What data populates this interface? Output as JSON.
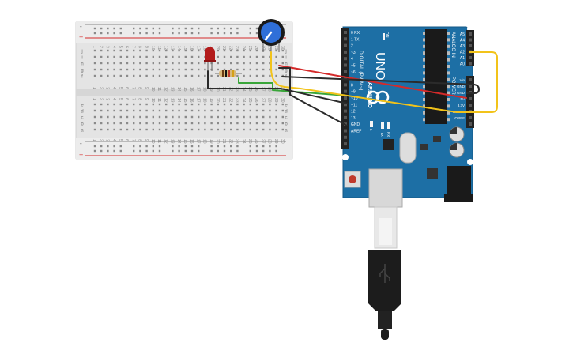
{
  "breadboard": {
    "rail_plus": "+",
    "rail_minus": "-",
    "rows_top": [
      "j",
      "i",
      "h",
      "g",
      "f"
    ],
    "rows_bottom": [
      "e",
      "d",
      "c",
      "b",
      "a"
    ],
    "column_numbers": [
      "1",
      "2",
      "3",
      "4",
      "5",
      "6",
      "7",
      "8",
      "9",
      "10",
      "11",
      "12",
      "13",
      "14",
      "15",
      "16",
      "17",
      "18",
      "19",
      "20",
      "21",
      "22",
      "23",
      "24",
      "25",
      "26",
      "27",
      "28",
      "29",
      "30"
    ]
  },
  "arduino": {
    "brand": "ARDUINO",
    "model": "UNO",
    "digital_label": "DIGITAL (PWM~)",
    "analog_label": "ANALOG IN",
    "power_label": "POWER",
    "on_label": "ON",
    "tx_label": "TX",
    "rx_label": "RX",
    "l_label": "L",
    "digital_pins": [
      "0 RX",
      "1 TX",
      "2",
      "~3",
      "4",
      "~5",
      "~6",
      "7",
      "8",
      "~9",
      "~10",
      "~11",
      "12",
      "13",
      "GND",
      "AREF"
    ],
    "analog_pins": [
      "A5",
      "A4",
      "A3",
      "A2",
      "A1",
      "A0"
    ],
    "power_pins": [
      "Vin",
      "GND",
      "GND",
      "5V",
      "3.3V",
      "RESET",
      "IOREF"
    ]
  },
  "colors": {
    "board_blue": "#1d6fa5",
    "breadboard": "#e6e6e6",
    "wire_red": "#d42a2a",
    "wire_black": "#2b2b2b",
    "wire_green": "#3aa63a",
    "wire_yellow": "#f2c31a",
    "led_red": "#b31b1b",
    "pot_blue": "#2f6fd8"
  },
  "components": {
    "led": "led-icon",
    "resistor": "resistor-icon",
    "potentiometer": "potentiometer-icon",
    "usb_cable": "usb-cable-icon"
  }
}
